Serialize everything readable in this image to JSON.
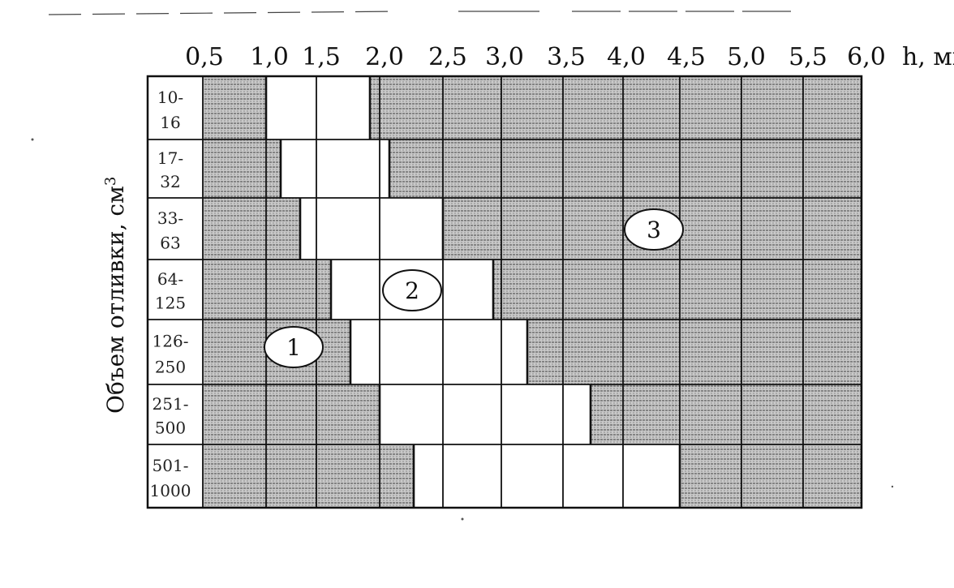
{
  "y_axis_label": "Объем отливки, см",
  "y_axis_label_sup": "3",
  "x_axis": {
    "ticks": [
      "0,5",
      "1,0",
      "1,5",
      "2,0",
      "2,5",
      "3,0",
      "3,5",
      "4,0",
      "4,5",
      "5,0",
      "5,5",
      "6,0"
    ],
    "unit_label": "h, мм"
  },
  "rows": [
    {
      "line1": "10-",
      "line2": "16"
    },
    {
      "line1": "17-",
      "line2": "32"
    },
    {
      "line1": "33-",
      "line2": "63"
    },
    {
      "line1": "64-",
      "line2": "125"
    },
    {
      "line1": "126-",
      "line2": "250"
    },
    {
      "line1": "251-",
      "line2": "500"
    },
    {
      "line1": "501-",
      "line2": "1000"
    }
  ],
  "zones": [
    {
      "number": "1"
    },
    {
      "number": "2"
    },
    {
      "number": "3"
    }
  ],
  "colors": {
    "hatch_bg": "#c8c8c8",
    "hatch_line": "#5a5a5a",
    "grid": "#111111",
    "clear_cell": "#ffffff"
  }
}
